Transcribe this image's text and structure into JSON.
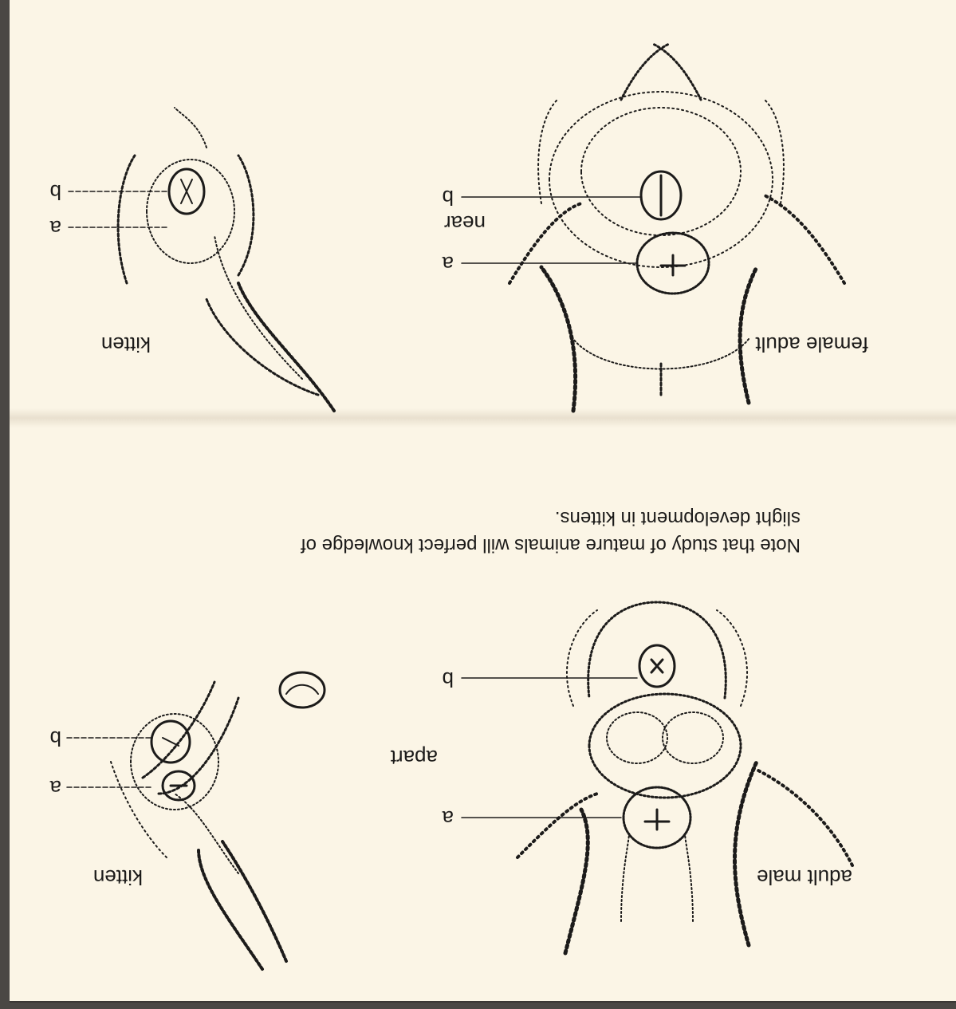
{
  "page": {
    "note": "Note that study of mature animals will perfect knowledge of slight development in kittens."
  },
  "figures": {
    "adult_male": {
      "caption": "adult male",
      "label_a": "a",
      "label_b": "b",
      "annotation": "apart"
    },
    "kitten_male": {
      "caption": "kitten",
      "label_a": "a",
      "label_b": "b"
    },
    "female_adult": {
      "caption": "female adult",
      "label_a": "a",
      "label_b": "b",
      "annotation": "near"
    },
    "kitten_female": {
      "caption": "kitten",
      "label_a": "a",
      "label_b": "b"
    }
  },
  "colors": {
    "paper": "#fbf5e6",
    "ink": "#1c1b1a",
    "frame": "#4a4744"
  }
}
